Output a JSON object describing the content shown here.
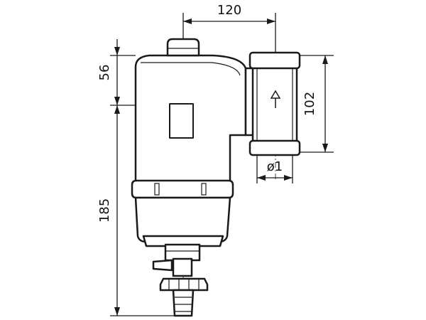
{
  "diagram": {
    "dimensions": {
      "width_top": "120",
      "height_top": "56",
      "height_bottom": "185",
      "pipe_height": "102",
      "pipe_diameter": "ø1"
    },
    "colors": {
      "line": "#1a1a1a",
      "background": "#ffffff"
    }
  }
}
